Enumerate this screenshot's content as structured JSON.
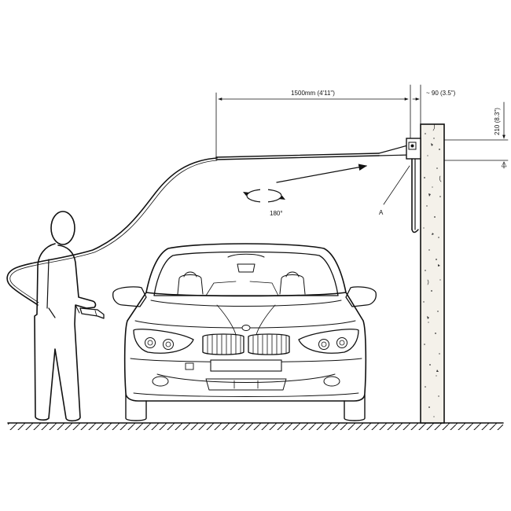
{
  "diagram": {
    "dimensions": {
      "arm_length": "1500mm (4'11\")",
      "wall_offset": "~ 90 (3.5\")",
      "bracket_height": "210 (8.3\")"
    },
    "rotation_label": "180°",
    "part_label": "A"
  },
  "colors": {
    "line": "#111111",
    "background": "#ffffff",
    "wall_fill": "#f4f1ea"
  }
}
